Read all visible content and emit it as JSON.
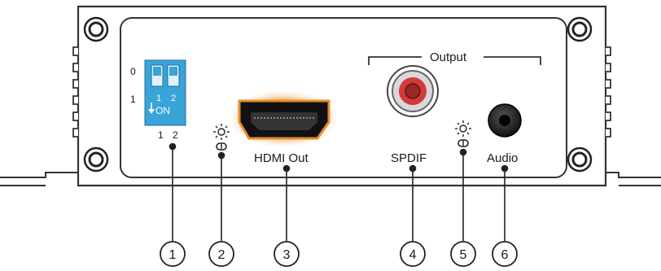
{
  "dip_switch": {
    "row_label_0": "0",
    "row_label_1": "1",
    "switch_1_label": "1",
    "switch_2_label": "2",
    "on_text": "ON",
    "bottom_label_1": "1",
    "bottom_label_2": "2"
  },
  "ports": {
    "hdmi_label": "HDMI Out",
    "spdif_label": "SPDIF",
    "audio_label": "Audio",
    "output_group_label": "Output"
  },
  "callouts": [
    "1",
    "2",
    "3",
    "4",
    "5",
    "6"
  ],
  "icons": {
    "led": "sun-icon",
    "hdmi": "hdmi-port-icon",
    "spdif": "rca-jack-icon",
    "audio": "audio-jack-icon",
    "screw": "screw-icon"
  },
  "colors": {
    "switch_blue": "#3aa3d8",
    "hdmi_glow": "#e88a2a",
    "rca_ring": "#d23a3a",
    "line": "#333333"
  }
}
